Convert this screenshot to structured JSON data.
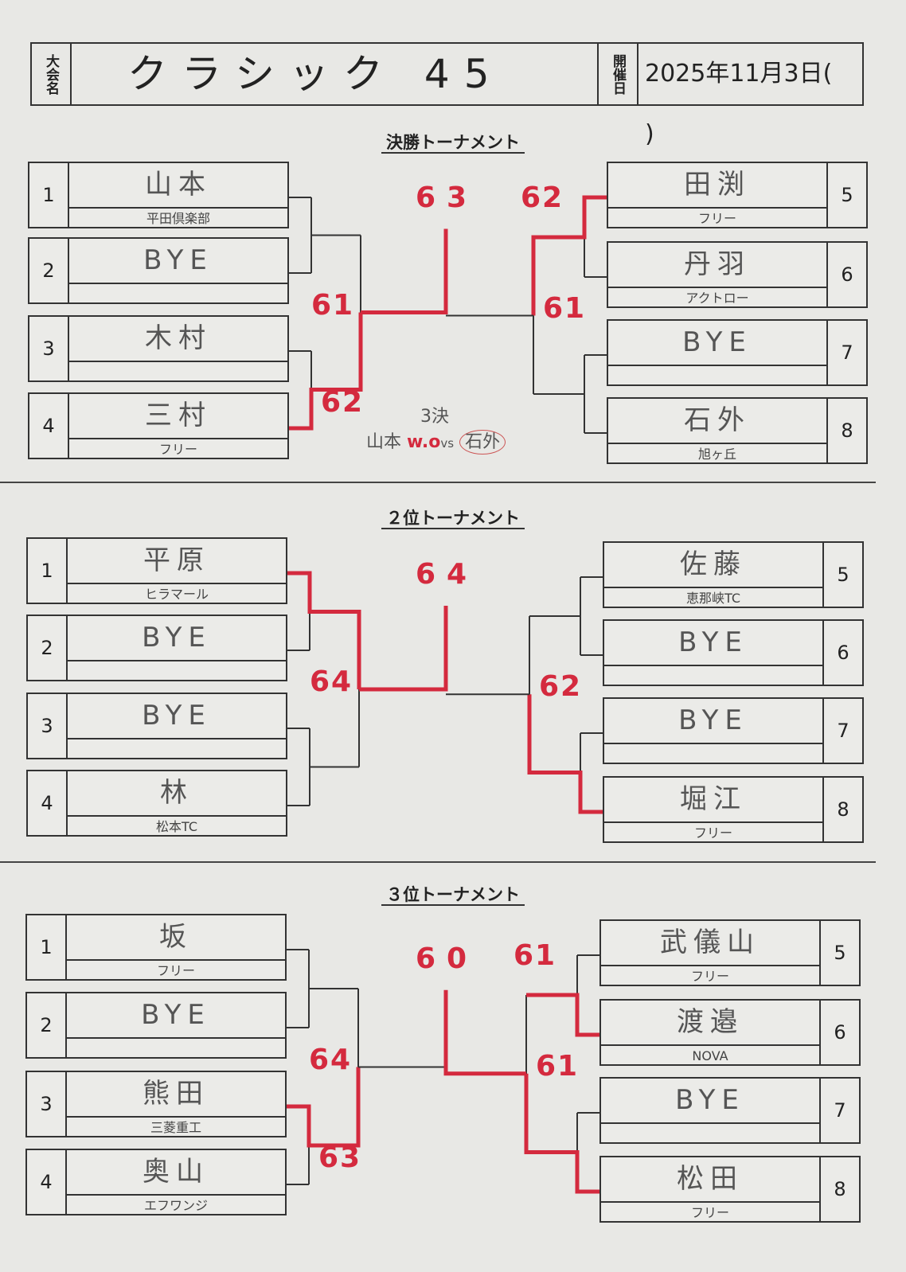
{
  "header": {
    "event_label": "大会名",
    "event_name": "クラシック 45",
    "date_label": "開催日",
    "date": "2025年11月3日(　 )"
  },
  "sections": [
    {
      "title": "決勝トーナメント",
      "players": [
        {
          "seed": "1",
          "name": "山本",
          "club": "平田倶楽部"
        },
        {
          "seed": "2",
          "name": "BYE",
          "club": ""
        },
        {
          "seed": "3",
          "name": "木村",
          "club": ""
        },
        {
          "seed": "4",
          "name": "三村",
          "club": "フリー"
        },
        {
          "seed": "5",
          "name": "田渕",
          "club": "フリー"
        },
        {
          "seed": "6",
          "name": "丹羽",
          "club": "アクトロー"
        },
        {
          "seed": "7",
          "name": "BYE",
          "club": ""
        },
        {
          "seed": "8",
          "name": "石外",
          "club": "旭ヶ丘"
        }
      ],
      "scores": {
        "left_r1": [
          "",
          "62"
        ],
        "left_sf": "61",
        "right_r1": [
          "62",
          ""
        ],
        "right_sf": "61",
        "final": "63"
      },
      "winners": {
        "left_r1": [
          0,
          3
        ],
        "left_sf": 3,
        "right_r1": [
          4,
          7
        ],
        "right_sf": 4,
        "final": "left"
      },
      "note": {
        "title": "3決",
        "left": "山本",
        "result": "w.o",
        "vs": "vs",
        "right": "石外"
      }
    },
    {
      "title": "２位トーナメント",
      "players": [
        {
          "seed": "1",
          "name": "平原",
          "club": "ヒラマール"
        },
        {
          "seed": "2",
          "name": "BYE",
          "club": ""
        },
        {
          "seed": "3",
          "name": "BYE",
          "club": ""
        },
        {
          "seed": "4",
          "name": "林",
          "club": "松本TC"
        },
        {
          "seed": "5",
          "name": "佐藤",
          "club": "恵那峡TC"
        },
        {
          "seed": "6",
          "name": "BYE",
          "club": ""
        },
        {
          "seed": "7",
          "name": "BYE",
          "club": ""
        },
        {
          "seed": "8",
          "name": "堀江",
          "club": "フリー"
        }
      ],
      "scores": {
        "left_r1": [
          "",
          ""
        ],
        "left_sf": "64",
        "right_r1": [
          "",
          ""
        ],
        "right_sf": "62",
        "final": "64"
      },
      "winners": {
        "left_r1": [
          0,
          3
        ],
        "left_sf": 0,
        "right_r1": [
          4,
          7
        ],
        "right_sf": 7,
        "final": "left"
      }
    },
    {
      "title": "３位トーナメント",
      "players": [
        {
          "seed": "1",
          "name": "坂",
          "club": "フリー"
        },
        {
          "seed": "2",
          "name": "BYE",
          "club": ""
        },
        {
          "seed": "3",
          "name": "熊田",
          "club": "三菱重工"
        },
        {
          "seed": "4",
          "name": "奥山",
          "club": "エフワンジ"
        },
        {
          "seed": "5",
          "name": "武儀山",
          "club": "フリー"
        },
        {
          "seed": "6",
          "name": "渡邉",
          "club": "NOVA"
        },
        {
          "seed": "7",
          "name": "BYE",
          "club": ""
        },
        {
          "seed": "8",
          "name": "松田",
          "club": "フリー"
        }
      ],
      "scores": {
        "left_r1": [
          "",
          "63"
        ],
        "left_sf": "64",
        "right_r1": [
          "61",
          ""
        ],
        "right_sf": "61",
        "final": "60"
      },
      "winners": {
        "left_r1": [
          0,
          2
        ],
        "left_sf": 2,
        "right_r1": [
          5,
          7
        ],
        "right_sf": 7,
        "final": "right"
      }
    }
  ]
}
